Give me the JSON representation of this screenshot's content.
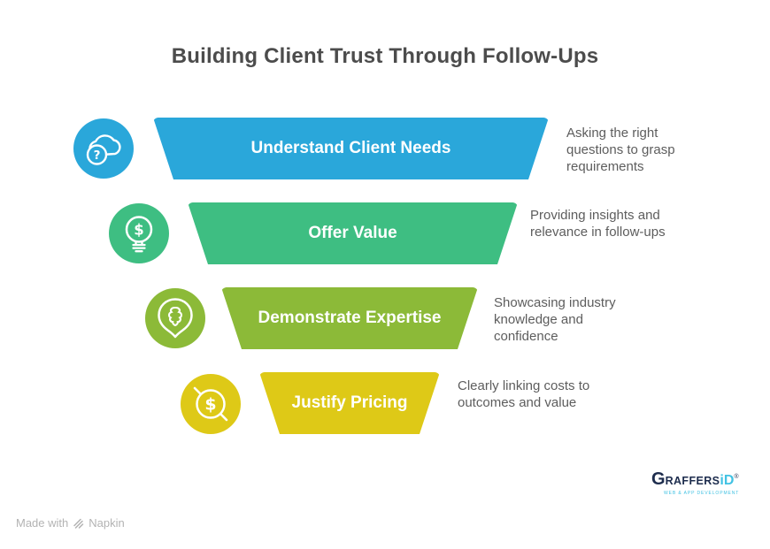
{
  "title": "Building Client Trust Through Follow-Ups",
  "steps": [
    {
      "label": "Understand Client Needs",
      "description": "Asking the right questions to grasp requirements",
      "color": "#2aa7da",
      "icon": "cloud-question-icon"
    },
    {
      "label": "Offer Value",
      "description": "Providing insights and relevance in follow-ups",
      "color": "#3ebe82",
      "icon": "bulb-dollar-icon"
    },
    {
      "label": "Demonstrate Expertise",
      "description": "Showcasing industry knowledge and confidence",
      "color": "#8cba38",
      "icon": "pin-brain-icon"
    },
    {
      "label": "Justify Pricing",
      "description": "Clearly linking costs to outcomes and value",
      "color": "#dec917",
      "icon": "coin-dollar-icon"
    }
  ],
  "footer": {
    "made_with": "Made with",
    "napkin": "Napkin"
  },
  "logo": {
    "g": "G",
    "raffers": "RAFFERS",
    "id": "iD",
    "reg": "®",
    "tagline": "WEB & APP DEVELOPMENT"
  },
  "icon_question_mark": "?",
  "icon_dollar": "$"
}
